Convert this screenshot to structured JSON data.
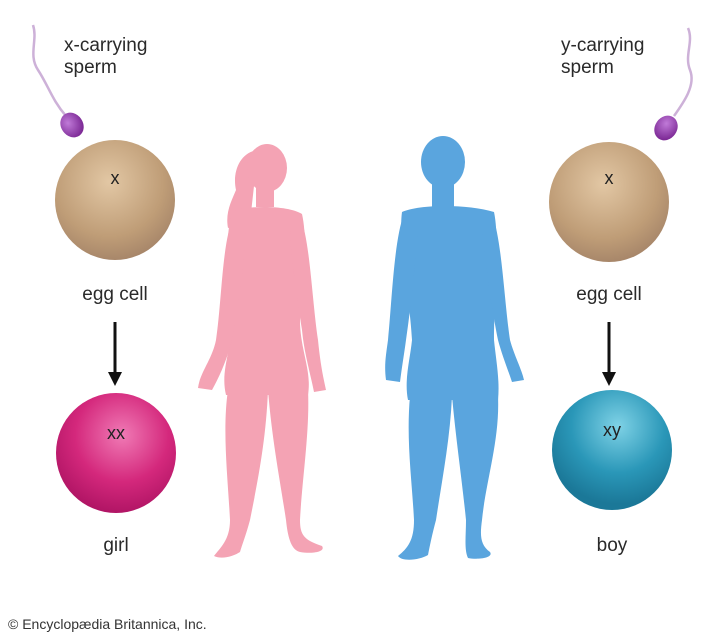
{
  "left": {
    "sperm_label_line1": "x-carrying",
    "sperm_label_line2": "sperm",
    "egg_chromosome": "x",
    "egg_label": "egg cell",
    "result_chromosomes": "xx",
    "result_label": "girl"
  },
  "right": {
    "sperm_label_line1": "y-carrying",
    "sperm_label_line2": "sperm",
    "egg_chromosome": "x",
    "egg_label": "egg cell",
    "result_chromosomes": "xy",
    "result_label": "boy"
  },
  "figures": {
    "female_color": "#f4a3b4",
    "male_color": "#5aa5de"
  },
  "colors": {
    "egg": "#c3a27f",
    "girl_zygote": "#d42a7c",
    "boy_zygote": "#2a98b8",
    "sperm": "#8e3aa8"
  },
  "credit": "© Encyclopædia Britannica, Inc."
}
